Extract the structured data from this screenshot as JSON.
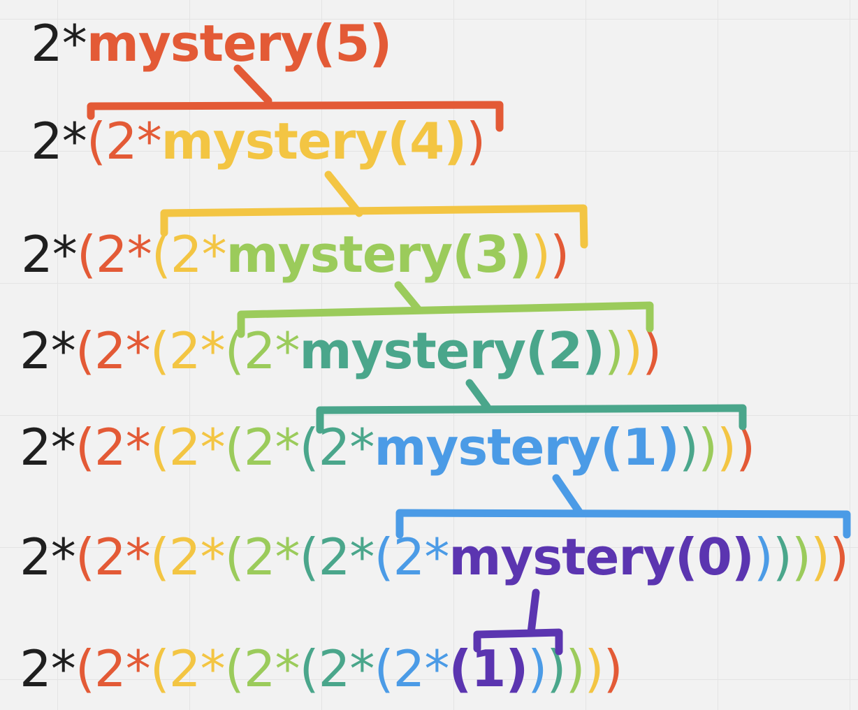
{
  "colors": {
    "black": "#1f1f1f",
    "red": "#e35a36",
    "yellow": "#f3c543",
    "lightgreen": "#9bcb5b",
    "teal": "#4aa68b",
    "blue": "#4b9be6",
    "purple": "#5b35b0"
  },
  "lines": [
    {
      "segments": [
        {
          "text": "2*",
          "color": "black"
        },
        {
          "text": "mystery(5)",
          "color": "red",
          "bold": true
        }
      ]
    },
    {
      "segments": [
        {
          "text": "2*",
          "color": "black"
        },
        {
          "text": "(2*",
          "color": "red"
        },
        {
          "text": "mystery(4)",
          "color": "yellow",
          "bold": true
        },
        {
          "text": ")",
          "color": "red"
        }
      ]
    },
    {
      "segments": [
        {
          "text": "2*",
          "color": "black"
        },
        {
          "text": "(2*",
          "color": "red"
        },
        {
          "text": "(2*",
          "color": "yellow"
        },
        {
          "text": "mystery(3)",
          "color": "lightgreen",
          "bold": true
        },
        {
          "text": ")",
          "color": "yellow"
        },
        {
          "text": ")",
          "color": "red"
        }
      ]
    },
    {
      "segments": [
        {
          "text": "2*",
          "color": "black"
        },
        {
          "text": "(2*",
          "color": "red"
        },
        {
          "text": "(2*",
          "color": "yellow"
        },
        {
          "text": "(2*",
          "color": "lightgreen"
        },
        {
          "text": "mystery(2)",
          "color": "teal",
          "bold": true
        },
        {
          "text": ")",
          "color": "lightgreen"
        },
        {
          "text": ")",
          "color": "yellow"
        },
        {
          "text": ")",
          "color": "red"
        }
      ]
    },
    {
      "segments": [
        {
          "text": "2*",
          "color": "black"
        },
        {
          "text": "(2*",
          "color": "red"
        },
        {
          "text": "(2*",
          "color": "yellow"
        },
        {
          "text": "(2*",
          "color": "lightgreen"
        },
        {
          "text": "(2*",
          "color": "teal"
        },
        {
          "text": "mystery(1)",
          "color": "blue",
          "bold": true
        },
        {
          "text": ")",
          "color": "teal"
        },
        {
          "text": ")",
          "color": "lightgreen"
        },
        {
          "text": ")",
          "color": "yellow"
        },
        {
          "text": ")",
          "color": "red"
        }
      ]
    },
    {
      "segments": [
        {
          "text": "2*",
          "color": "black"
        },
        {
          "text": "(2*",
          "color": "red"
        },
        {
          "text": "(2*",
          "color": "yellow"
        },
        {
          "text": "(2*",
          "color": "lightgreen"
        },
        {
          "text": "(2*",
          "color": "teal"
        },
        {
          "text": "(2*",
          "color": "blue"
        },
        {
          "text": "mystery(0)",
          "color": "purple",
          "bold": true
        },
        {
          "text": ")",
          "color": "blue"
        },
        {
          "text": ")",
          "color": "teal"
        },
        {
          "text": ")",
          "color": "lightgreen"
        },
        {
          "text": ")",
          "color": "yellow"
        },
        {
          "text": ")",
          "color": "red"
        }
      ]
    },
    {
      "segments": [
        {
          "text": "2*",
          "color": "black"
        },
        {
          "text": "(2*",
          "color": "red"
        },
        {
          "text": "(2*",
          "color": "yellow"
        },
        {
          "text": "(2*",
          "color": "lightgreen"
        },
        {
          "text": "(2*",
          "color": "teal"
        },
        {
          "text": "(2*",
          "color": "blue"
        },
        {
          "text": "(1)",
          "color": "purple",
          "bold": true
        },
        {
          "text": ")",
          "color": "blue"
        },
        {
          "text": ")",
          "color": "teal"
        },
        {
          "text": ")",
          "color": "lightgreen"
        },
        {
          "text": ")",
          "color": "yellow"
        },
        {
          "text": ")",
          "color": "red"
        }
      ]
    }
  ],
  "brackets": [
    {
      "color": "red"
    },
    {
      "color": "yellow"
    },
    {
      "color": "lightgreen"
    },
    {
      "color": "teal"
    },
    {
      "color": "blue"
    },
    {
      "color": "purple"
    }
  ]
}
